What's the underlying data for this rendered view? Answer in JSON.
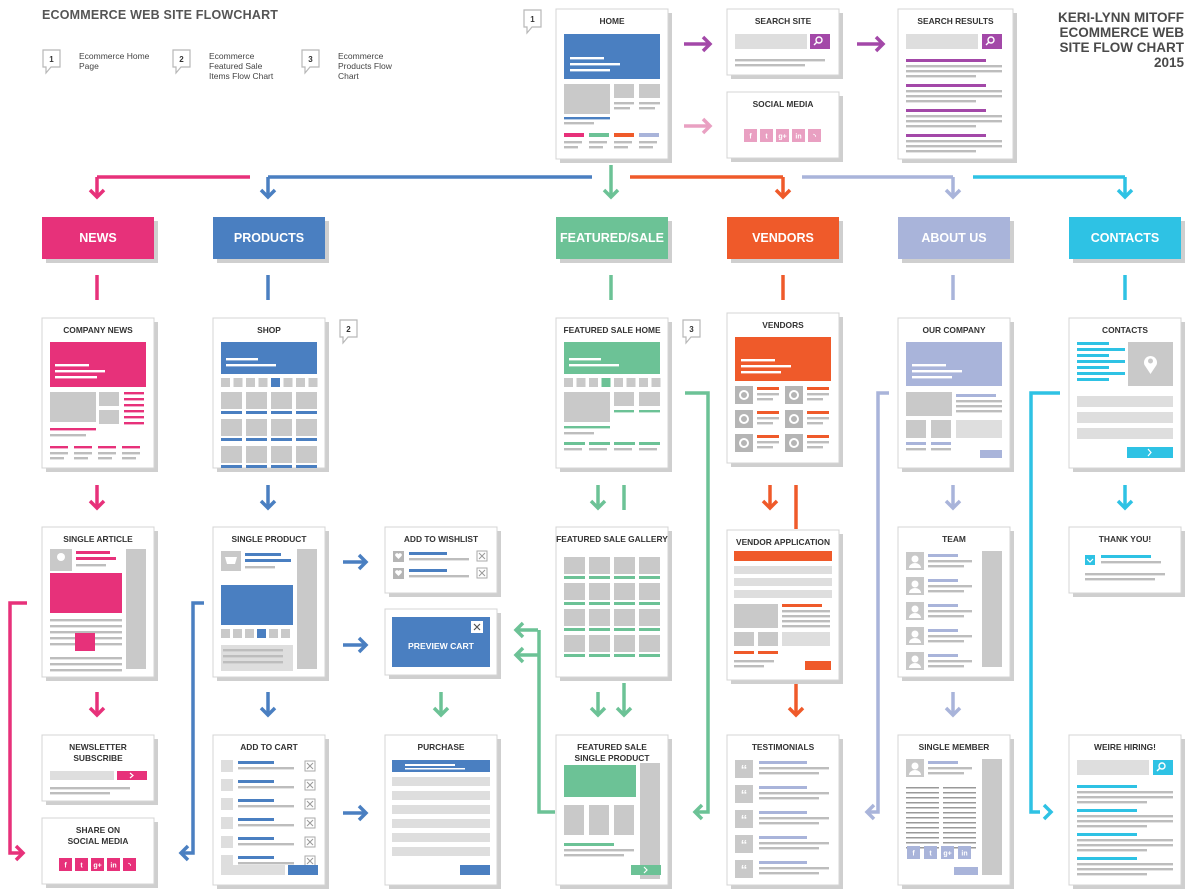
{
  "header": {
    "title": "ECOMMERCE WEB SITE FLOWCHART",
    "author": "KERI-LYNN MITOFF",
    "subtitle_1": "ECOMMERCE WEB",
    "subtitle_2": "SITE FLOW CHART",
    "year": "2015"
  },
  "legend": [
    {
      "num": "1",
      "text_1": "Ecommerce Home",
      "text_2": "Page",
      "text_3": ""
    },
    {
      "num": "2",
      "text_1": "Ecommerce",
      "text_2": "Featured Sale",
      "text_3": "Items Flow Chart"
    },
    {
      "num": "3",
      "text_1": "Ecommerce",
      "text_2": "Products Flow",
      "text_3": "Chart"
    }
  ],
  "colors": {
    "news": "#e7317a",
    "products": "#4a7fc1",
    "featured": "#6cc296",
    "vendors": "#ef5a2a",
    "about": "#a9b4da",
    "contacts": "#2ec2e4",
    "search": "#a348a8",
    "social": "#e9a0c2"
  },
  "markers": {
    "home": "1",
    "shop": "2",
    "featured": "3"
  },
  "sections": {
    "news": "NEWS",
    "products": "PRODUCTS",
    "featured": "FEATURED/SALE",
    "vendors": "VENDORS",
    "about": "ABOUT US",
    "contacts": "CONTACTS"
  },
  "pages": {
    "home": "HOME",
    "search_site": "SEARCH SITE",
    "search_results": "SEARCH RESULTS",
    "social_media": "SOCIAL MEDIA",
    "company_news": "COMPANY NEWS",
    "single_article": "SINGLE ARTICLE",
    "newsletter_1": "NEWSLETTER",
    "newsletter_2": "SUBSCRIBE",
    "share_1": "SHARE ON",
    "share_2": "SOCIAL MEDIA",
    "shop": "SHOP",
    "single_product": "SINGLE PRODUCT",
    "add_to_cart": "ADD TO CART",
    "add_to_wishlist": "ADD TO WISHLIST",
    "preview_cart": "PREVIEW CART",
    "purchase": "PURCHASE",
    "featured_home": "FEATURED SALE HOME",
    "featured_gallery": "FEATURED SALE GALLERY",
    "featured_single_1": "FEATURED SALE",
    "featured_single_2": "SINGLE PRODUCT",
    "vendors": "VENDORS",
    "vendor_application": "VENDOR APPLICATION",
    "testimonials": "TESTIMONIALS",
    "our_company": "OUR COMPANY",
    "team": "TEAM",
    "single_member": "SINGLE MEMBER",
    "contacts": "CONTACTS",
    "thank_you": "THANK YOU!",
    "hiring": "WEIRE HIRING!"
  }
}
